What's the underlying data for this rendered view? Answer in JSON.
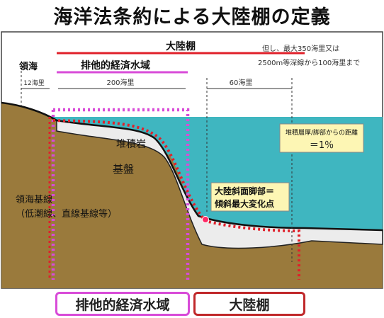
{
  "title": "海洋法条約による大陸棚の定義",
  "labels": {
    "continental_shelf_top": "大陸棚",
    "note_line1": "但し、最大350海里又は",
    "note_line2": "2500m等深線から100海里まで",
    "territorial_sea": "領海",
    "eez_top": "排他的経済水域",
    "dist_12": "12海里",
    "dist_200": "200海里",
    "dist_60": "60海里",
    "sediment": "堆積岩",
    "basement": "基盤",
    "baseline_line1": "領海基線",
    "baseline_line2": "（低潮線、直線基線等）",
    "foot_slope_line1": "大陸斜面脚部＝",
    "foot_slope_line2": "傾斜最大変化点",
    "thickness_line1": "堆積層厚/脚部からの距離",
    "thickness_line2": "＝1％"
  },
  "legend": {
    "eez": "排他的経済水域",
    "shelf": "大陸棚"
  },
  "colors": {
    "sea": "#3fb6c0",
    "seabed": "#9a7a3c",
    "sediment": "#ececec",
    "eez_magenta": "#d84bd8",
    "shelf_red": "#e0202a",
    "note_box": "#fdf6b4"
  }
}
